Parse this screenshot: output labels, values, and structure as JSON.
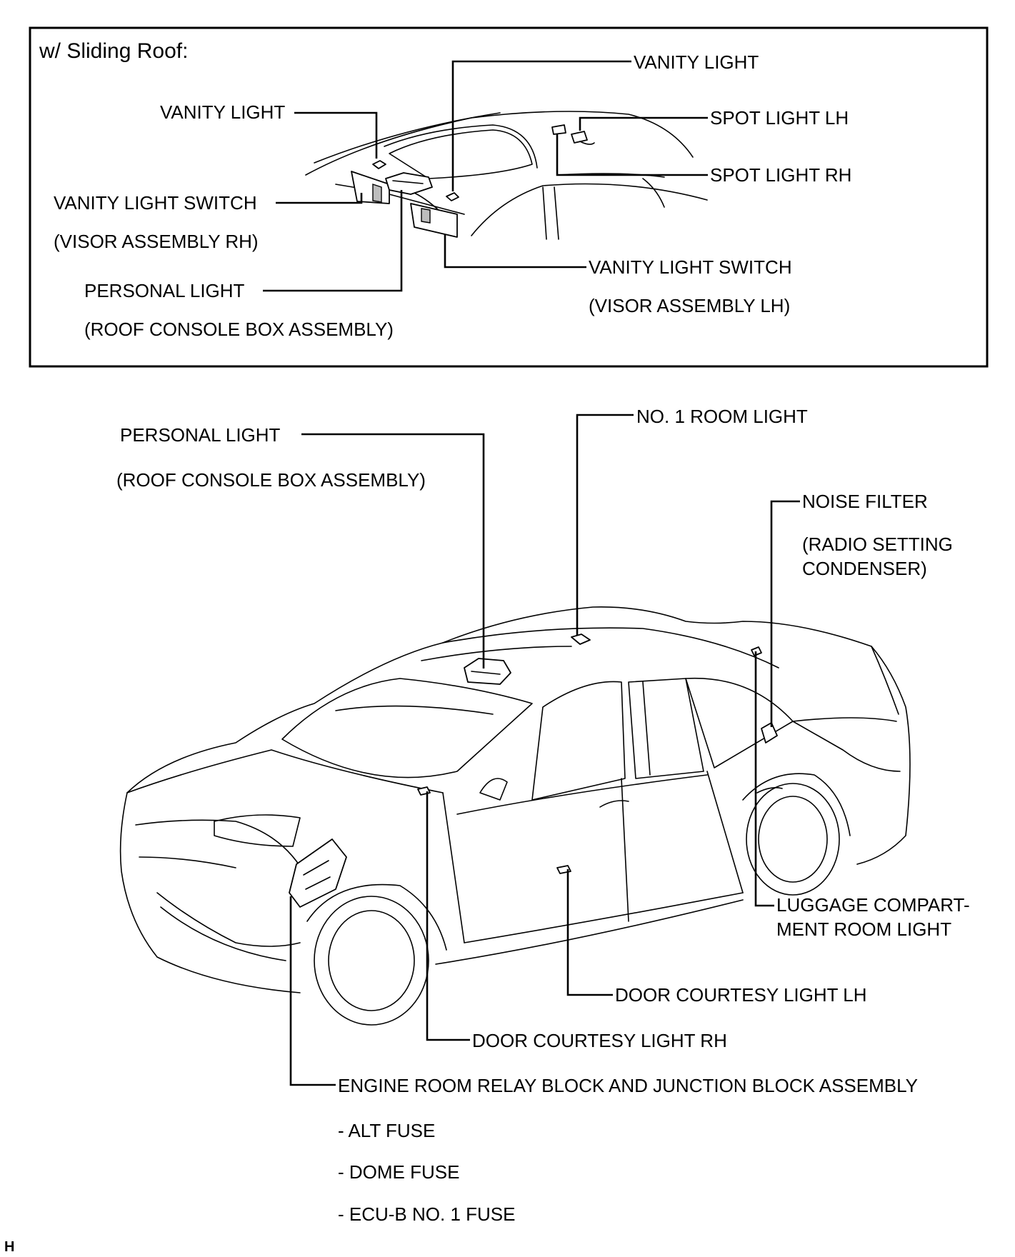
{
  "inset": {
    "title": "w/ Sliding Roof:",
    "labels": {
      "vanity_light_left": "VANITY LIGHT",
      "vanity_light_right": "VANITY LIGHT",
      "spot_light_lh": "SPOT LIGHT LH",
      "spot_light_rh": "SPOT LIGHT RH",
      "vanity_switch_rh": "VANITY LIGHT SWITCH",
      "visor_rh": "(VISOR ASSEMBLY RH)",
      "personal_light": "PERSONAL LIGHT",
      "roof_console": "(ROOF CONSOLE BOX ASSEMBLY)",
      "vanity_switch_lh": "VANITY LIGHT SWITCH",
      "visor_lh": "(VISOR ASSEMBLY LH)"
    }
  },
  "main": {
    "labels": {
      "personal_light": "PERSONAL LIGHT",
      "roof_console": "(ROOF CONSOLE BOX ASSEMBLY)",
      "room_light": "NO. 1 ROOM LIGHT",
      "noise_filter": "NOISE FILTER",
      "radio_setting": "(RADIO SETTING",
      "condenser": "CONDENSER)",
      "luggage_1": "LUGGAGE COMPART-",
      "luggage_2": "MENT ROOM LIGHT",
      "door_lh": "DOOR COURTESY LIGHT  LH",
      "door_rh": "DOOR COURTESY LIGHT  RH",
      "engine_relay": "ENGINE ROOM RELAY BLOCK AND JUNCTION BLOCK ASSEMBLY",
      "alt_fuse": "- ALT FUSE",
      "dome_fuse": "- DOME FUSE",
      "ecu_fuse": "- ECU-B NO. 1 FUSE"
    }
  },
  "corner_mark": "H"
}
